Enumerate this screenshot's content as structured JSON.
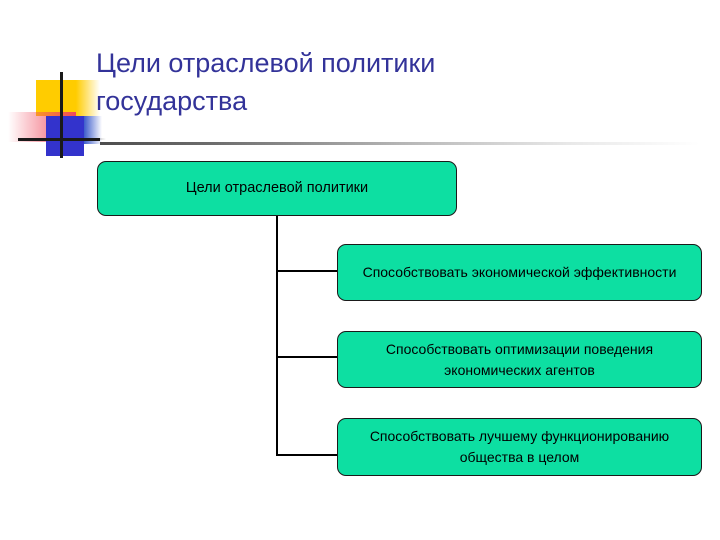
{
  "slide": {
    "title": "Цели отраслевой политики государства",
    "background_color": "#ffffff",
    "title_color": "#333399",
    "box_fill_color": "#0ddfa2",
    "box_border_color": "#1a1a1a",
    "connector_color": "#000000"
  },
  "logo": {
    "name": "decorative-logo",
    "yellow": "#ffcc00",
    "red": "#f0485c",
    "blue": "#3333cc",
    "cross": "#1a1a1a"
  },
  "diagram": {
    "type": "tree",
    "root": {
      "label": "Цели отраслевой политики"
    },
    "children": [
      {
        "label": "Способствовать экономической эффективности"
      },
      {
        "label": "Способствовать оптимизации поведения экономических агентов"
      },
      {
        "label": "Способствовать лучшему функционированию общества в целом"
      }
    ]
  }
}
